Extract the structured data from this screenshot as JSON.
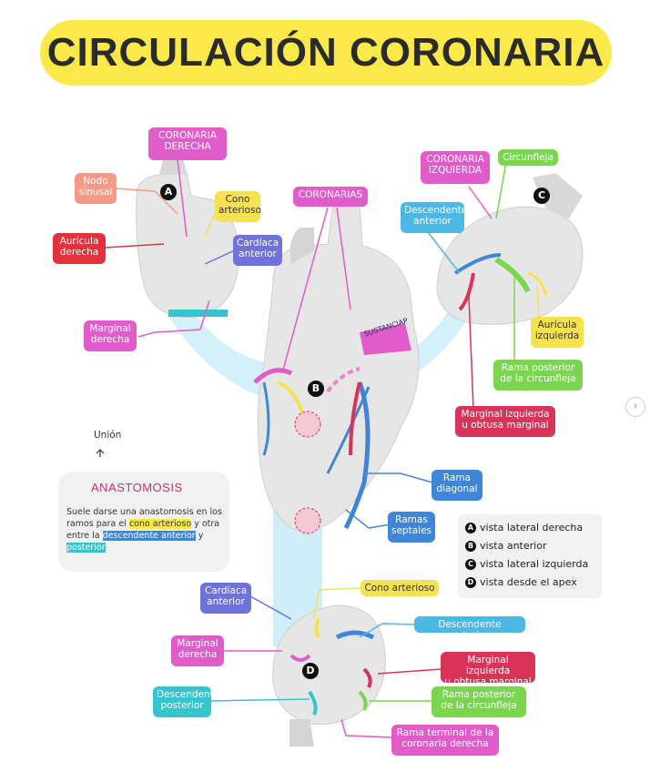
{
  "title": "CIRCULACIÓN CORONARIA",
  "colors": {
    "title_bg": "#fbe94a",
    "magenta": "#e05ccb",
    "salmon": "#f59a84",
    "red": "#e3323c",
    "yellow": "#f6e24f",
    "violet": "#6e72d9",
    "sky": "#4db8e6",
    "green": "#7ad64e",
    "crimson": "#d9335a",
    "pink": "#ef7fc7",
    "cyan": "#36c4cf",
    "blue": "#3f86d8",
    "light_blue_bg": "#cfeef8"
  },
  "views": {
    "A": "A",
    "B": "B",
    "C": "C",
    "D": "D"
  },
  "labels": {
    "coronaria_derecha": [
      "CORONARIA",
      "DERECHA"
    ],
    "nodo_sinusal": [
      "Nodo",
      "sinusal"
    ],
    "auricula_derecha": [
      "Aurícula",
      "derecha"
    ],
    "cono_arterioso_a": [
      "Cono",
      "arterioso"
    ],
    "cardiaca_anterior_a": [
      "Cardíaca",
      "anterior"
    ],
    "marginal_derecha_a": [
      "Marginal",
      "derecha"
    ],
    "coronarias": [
      "CORONARIAS"
    ],
    "sustan_ciap": "SUSTANCIAP",
    "coronaria_izquierda": [
      "CORONARIA",
      "IZQUIERDA"
    ],
    "circunfleja": [
      "Circunfleja"
    ],
    "descendente_anterior_c": [
      "Descendente",
      "anterior"
    ],
    "auricula_izquierda": [
      "Aurícula",
      "izquierda"
    ],
    "rama_posterior_circunfleja_c": [
      "Rama posterior",
      "de la circunfleja"
    ],
    "marginal_izquierda_c": [
      "Marginal izquierda",
      "u obtusa marginal"
    ],
    "rama_diagonal": [
      "Rama",
      "diagonal"
    ],
    "ramas_septales": [
      "Ramas",
      "septales"
    ],
    "cardiaca_anterior_d": [
      "Cardíaca",
      "anterior"
    ],
    "cono_arterioso_d": [
      "Cono arterioso"
    ],
    "descendente_anterior_d": [
      "Descendente anterior"
    ],
    "marginal_derecha_d": [
      "Marginal",
      "derecha"
    ],
    "marginal_izquierda_d": [
      "Marginal izquierda",
      "u obtusa marginal"
    ],
    "descendente_posterior": [
      "Descendente",
      "posterior"
    ],
    "rama_posterior_circunfleja_d": [
      "Rama posterior",
      "de la circunfleja"
    ],
    "rama_terminal": [
      "Rama terminal de la",
      "coronaria derecha"
    ]
  },
  "union": "Unión",
  "note": {
    "title": "ANASTOMOSIS",
    "text_1": "Suele darse una anastomosis en los ramos para el ",
    "hl_1": "cono arterioso",
    "text_2": " y otra entre la ",
    "hl_2": "descendente anterior",
    "text_3": " y ",
    "hl_3": "posterior"
  },
  "legend": [
    {
      "badge": "A",
      "text": "vista lateral derecha"
    },
    {
      "badge": "B",
      "text": "vista anterior"
    },
    {
      "badge": "C",
      "text": "vista lateral izquierda"
    },
    {
      "badge": "D",
      "text": "vista desde el apex"
    }
  ],
  "nav": {
    "next": "›"
  }
}
